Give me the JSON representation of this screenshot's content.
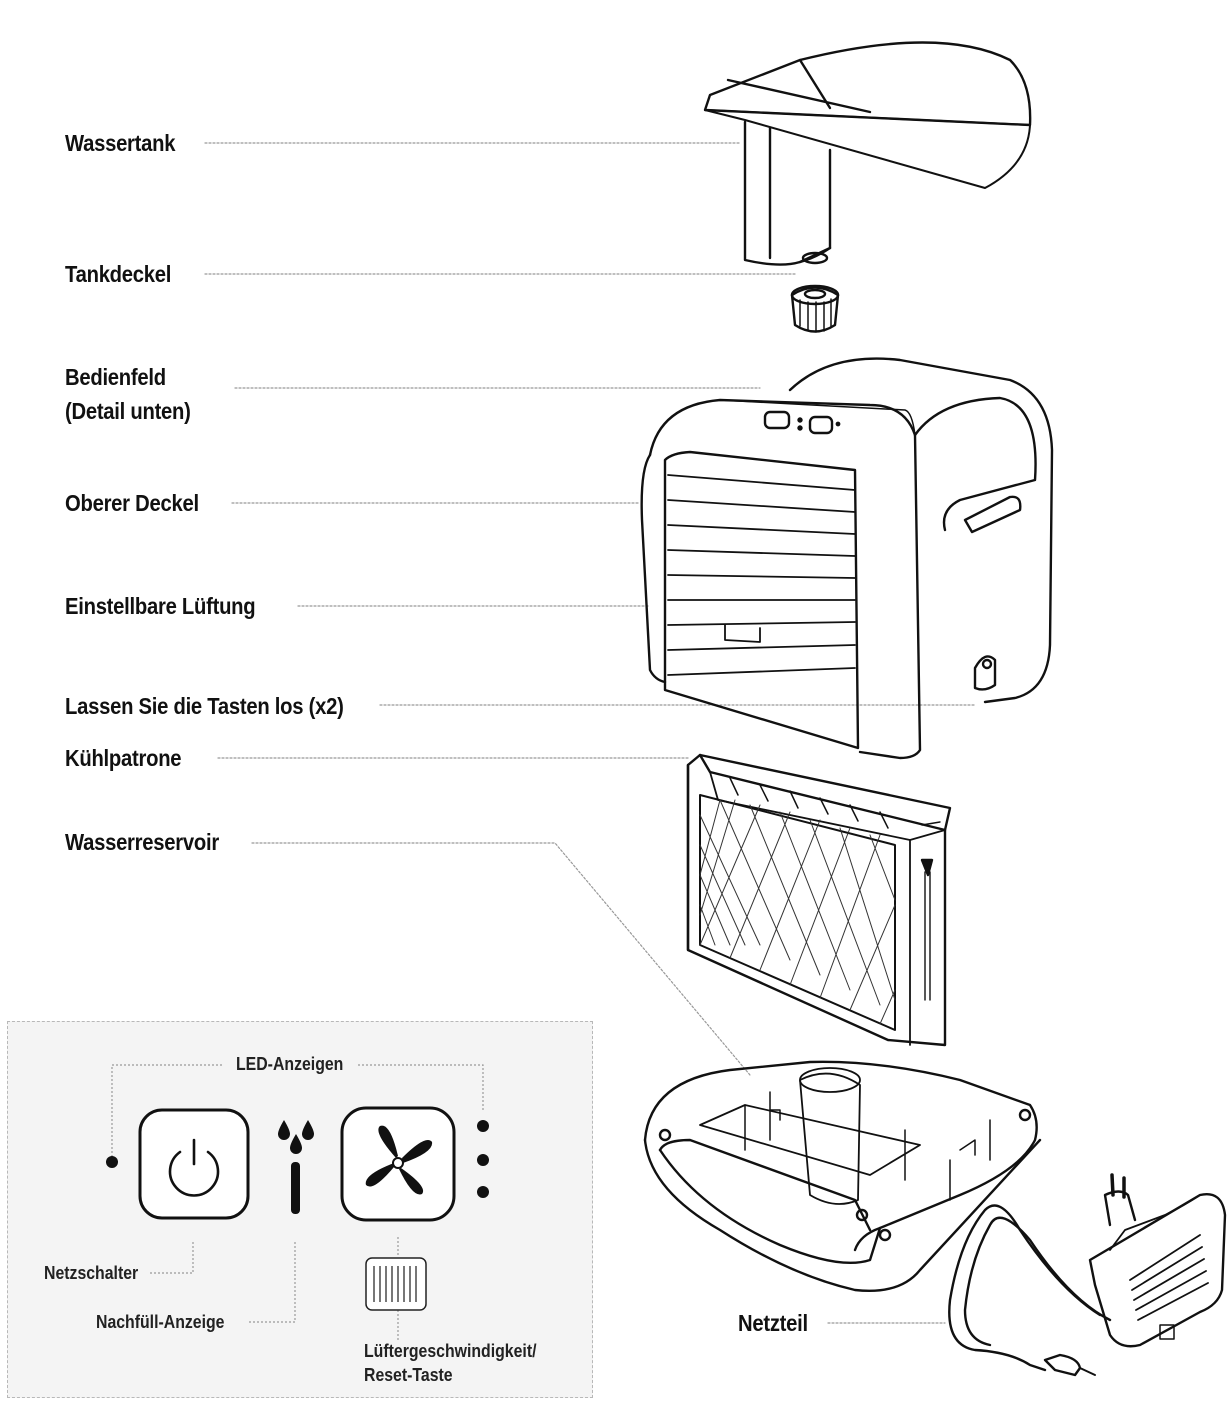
{
  "labels": {
    "water_tank": "Wassertank",
    "tank_cap": "Tankdeckel",
    "control_panel_line1": "Bedienfeld",
    "control_panel_line2": "(Detail unten)",
    "top_cover": "Oberer Deckel",
    "adjustable_vent": "Einstellbare Lüftung",
    "release_buttons": "Lassen Sie die Tasten los (x2)",
    "cooling_cartridge": "Kühlpatrone",
    "water_reservoir": "Wasserreservoir",
    "power_adapter": "Netzteil"
  },
  "detail_panel": {
    "led_indicators": "LED-Anzeigen",
    "power_switch": "Netzschalter",
    "refill_indicator": "Nachfüll-Anzeige",
    "fan_speed_line1": "Lüftergeschwindigkeit/",
    "fan_speed_line2": "Reset-Taste"
  },
  "colors": {
    "line": "#111111",
    "leader": "#9a9a9a",
    "panel_bg": "#f4f4f4"
  }
}
